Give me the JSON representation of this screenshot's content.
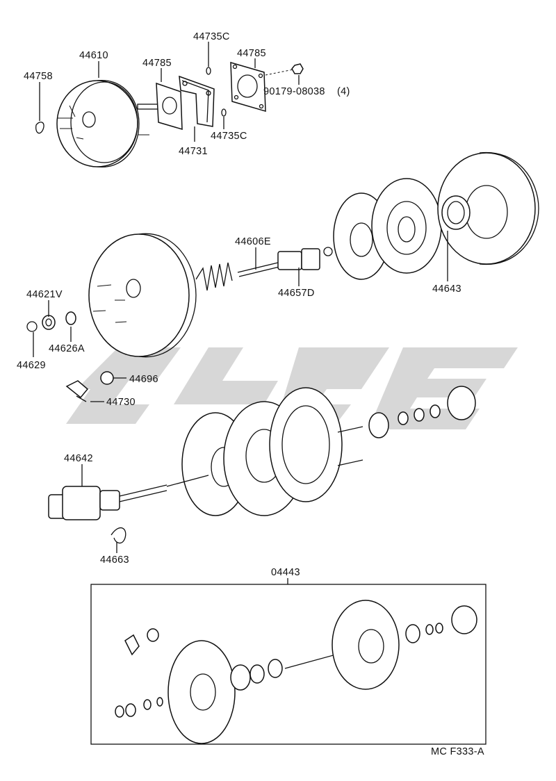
{
  "labels": {
    "p44758": "44758",
    "p44610": "44610",
    "p44785a": "44785",
    "p44735c_top": "44735C",
    "p44785b": "44785",
    "p90179": "90179-08038",
    "p90179_qty": "(4)",
    "p44731": "44731",
    "p44735c_bot": "44735C",
    "p44606e": "44606E",
    "p44657d": "44657D",
    "p44643": "44643",
    "p44621v": "44621V",
    "p44626a": "44626A",
    "p44629": "44629",
    "p44696": "44696",
    "p44730": "44730",
    "p44642": "44642",
    "p44663": "44663",
    "p04443": "04443",
    "diagram_code": "MC F333-A"
  },
  "colors": {
    "line": "#111111",
    "background": "#ffffff",
    "watermark": "#c9c9c9"
  }
}
